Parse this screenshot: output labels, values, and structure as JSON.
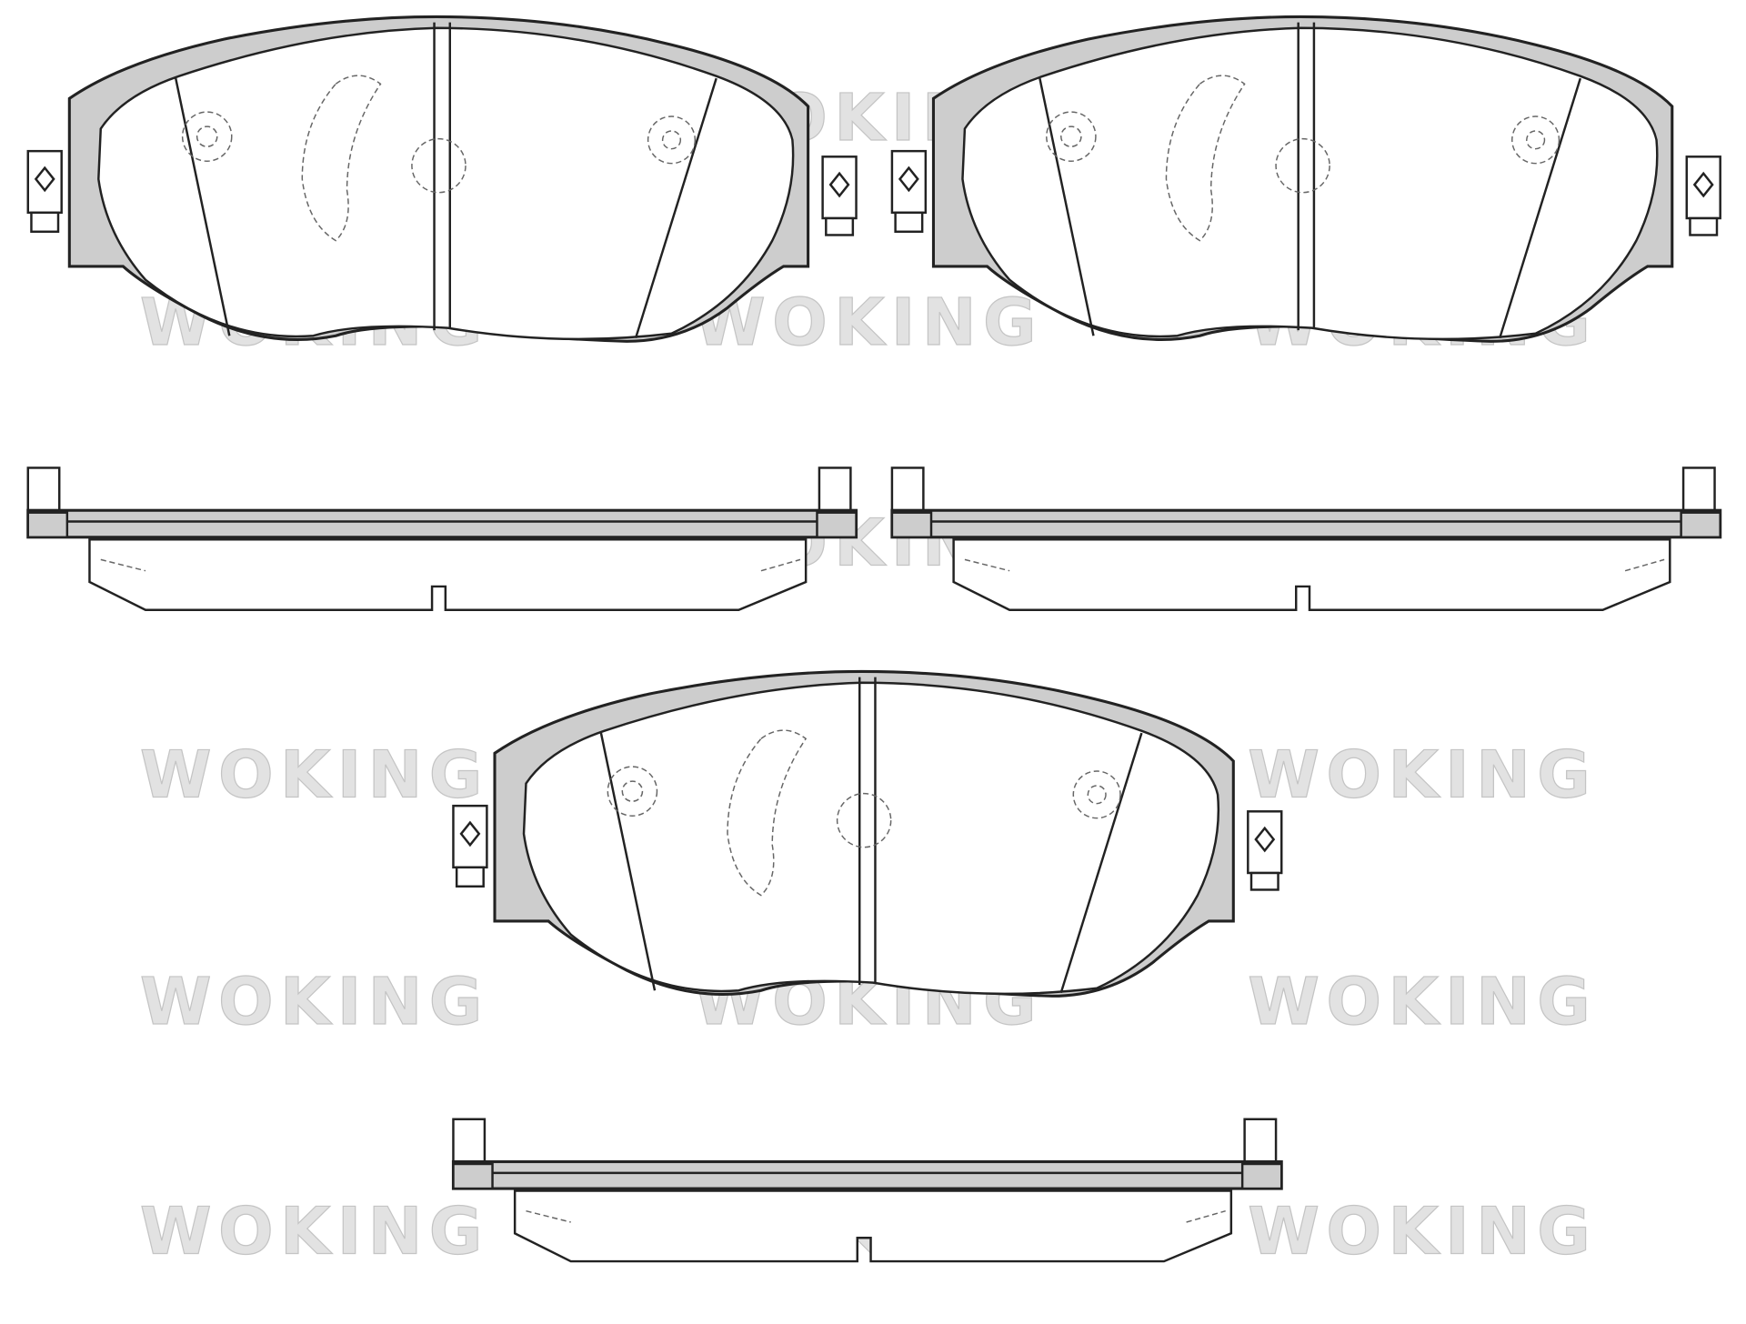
{
  "watermark": {
    "text": "WOKING",
    "color": "#c8c8c8",
    "accent": "#d6e6f4"
  },
  "drawing": {
    "subject": "brake-pad-set",
    "views": [
      "front",
      "front",
      "front",
      "side",
      "side",
      "side"
    ],
    "backplate_color": "#cdcdcd",
    "line_color": "#222222"
  }
}
